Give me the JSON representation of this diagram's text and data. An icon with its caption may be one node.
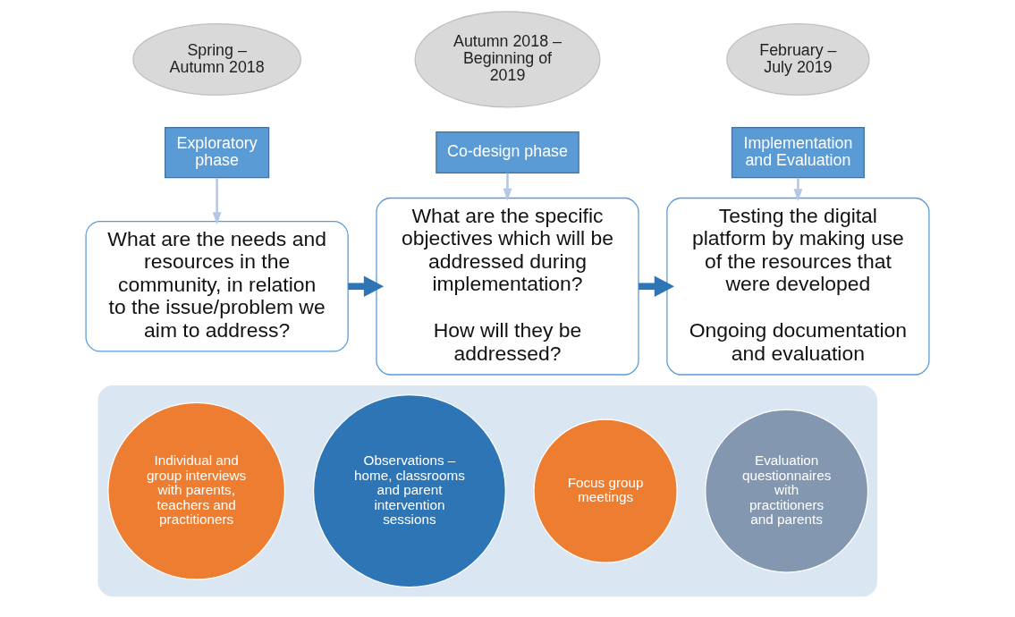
{
  "diagram": {
    "nodes": [
      {
        "text": [
          "Spring – Autumn 2018"
        ]
      },
      {
        "text": [
          "Exploratory phase"
        ]
      },
      {
        "text": [
          "What are the needs and resources in the community, in relation to the issue/problem we aim to address?"
        ]
      },
      {
        "text": [
          "Autumn 2018 – Beginning of 2019"
        ]
      },
      {
        "text": [
          "Co-design phase"
        ]
      },
      {
        "text": [
          "What are the specific objectives which will be addressed during implementation?",
          "How will they be addressed?"
        ]
      },
      {
        "text": [
          "February – July 2019"
        ]
      },
      {
        "text": [
          "Implementation and Evaluation"
        ]
      },
      {
        "text": [
          "Testing the digital platform by making use of the resources that were developed",
          "Ongoing documentation and evaluation"
        ]
      },
      {
        "text": [],
        "shape": "ellipse"
      },
      {
        "text": [
          "Individual and group interviews with parents, teachers and practitioners"
        ],
        "in": 9
      },
      {
        "text": [
          "Observations – home, classrooms and parent intervention sessions"
        ],
        "in": 9
      },
      {
        "text": [
          "Focus group meetings"
        ],
        "in": 9
      },
      {
        "text": [
          "Evaluation questionnaires with practitioners and parents"
        ],
        "in": 9
      }
    ],
    "edges": [
      {
        "from": 1,
        "to": 2,
        "arrow": "to"
      },
      {
        "from": 4,
        "to": 5,
        "arrow": "to"
      },
      {
        "from": 7,
        "to": 8,
        "arrow": "to"
      },
      {
        "from": 2,
        "to": 5,
        "arrow": "to",
        "style": "thick",
        "color": "#2e75b6"
      },
      {
        "from": 5,
        "to": 8,
        "arrow": "to",
        "style": "thick",
        "color": "#2e75b6"
      }
    ]
  }
}
